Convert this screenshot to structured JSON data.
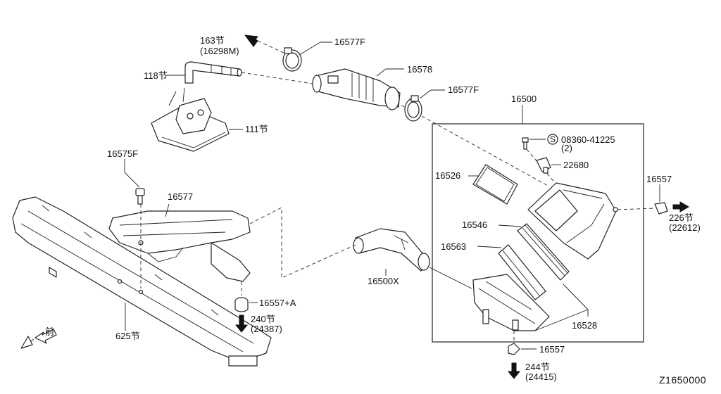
{
  "callouts": {
    "c163": "163节",
    "c16298m": "(16298M)",
    "c16577f_top": "16577F",
    "c16578": "16578",
    "c16577f_mid": "16577F",
    "c118": "118节",
    "c111": "111节",
    "c16500": "16500",
    "c08360": "08360-41225",
    "c08360_qty": "(2)",
    "c22680": "22680",
    "c16526": "16526",
    "c16557_right": "16557",
    "c226": "226节",
    "c22612": "(22612)",
    "c16575f": "16575F",
    "c16577": "16577",
    "c16546": "16546",
    "c16563": "16563",
    "c16500x": "16500X",
    "c16528": "16528",
    "c16557a": "16557+A",
    "c240": "240节",
    "c24387": "(24387)",
    "c625": "625节",
    "c16557_bottom": "16557",
    "c244": "244节",
    "c24415": "(24415)",
    "front": "前",
    "diagram_code": "Z1650000",
    "bolt_symbol": "S"
  }
}
